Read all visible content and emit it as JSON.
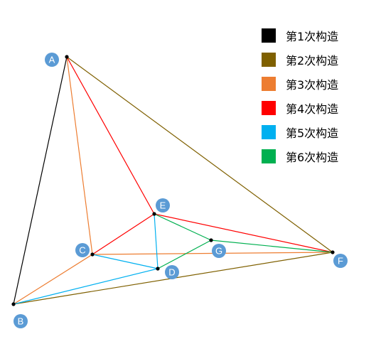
{
  "nodes": [
    {
      "id": "A",
      "label": "A"
    },
    {
      "id": "B",
      "label": "B"
    },
    {
      "id": "C",
      "label": "C"
    },
    {
      "id": "D",
      "label": "D"
    },
    {
      "id": "E",
      "label": "E"
    },
    {
      "id": "F",
      "label": "F"
    },
    {
      "id": "G",
      "label": "G"
    }
  ],
  "edges": [
    {
      "from": "A",
      "to": "B",
      "step": 1
    },
    {
      "from": "A",
      "to": "F",
      "step": 2
    },
    {
      "from": "B",
      "to": "F",
      "step": 2
    },
    {
      "from": "A",
      "to": "C",
      "step": 3
    },
    {
      "from": "B",
      "to": "C",
      "step": 3
    },
    {
      "from": "C",
      "to": "F",
      "step": 3
    },
    {
      "from": "A",
      "to": "E",
      "step": 4
    },
    {
      "from": "C",
      "to": "E",
      "step": 4
    },
    {
      "from": "E",
      "to": "F",
      "step": 4
    },
    {
      "from": "B",
      "to": "D",
      "step": 5
    },
    {
      "from": "C",
      "to": "D",
      "step": 5
    },
    {
      "from": "E",
      "to": "D",
      "step": 5
    },
    {
      "from": "E",
      "to": "G",
      "step": 6
    },
    {
      "from": "D",
      "to": "G",
      "step": 6
    },
    {
      "from": "G",
      "to": "F",
      "step": 6
    }
  ],
  "legend": [
    {
      "step": 1,
      "label": "第1次构造",
      "color": "#000000"
    },
    {
      "step": 2,
      "label": "第2次构造",
      "color": "#7f6000"
    },
    {
      "step": 3,
      "label": "第3次构造",
      "color": "#ed7d31"
    },
    {
      "step": 4,
      "label": "第4次构造",
      "color": "#ff0000"
    },
    {
      "step": 5,
      "label": "第5次构造",
      "color": "#00b0f0"
    },
    {
      "step": 6,
      "label": "第6次构造",
      "color": "#00b050"
    }
  ],
  "colors": {
    "node_badge": "#5b9bd5",
    "node_point": "#000000"
  }
}
